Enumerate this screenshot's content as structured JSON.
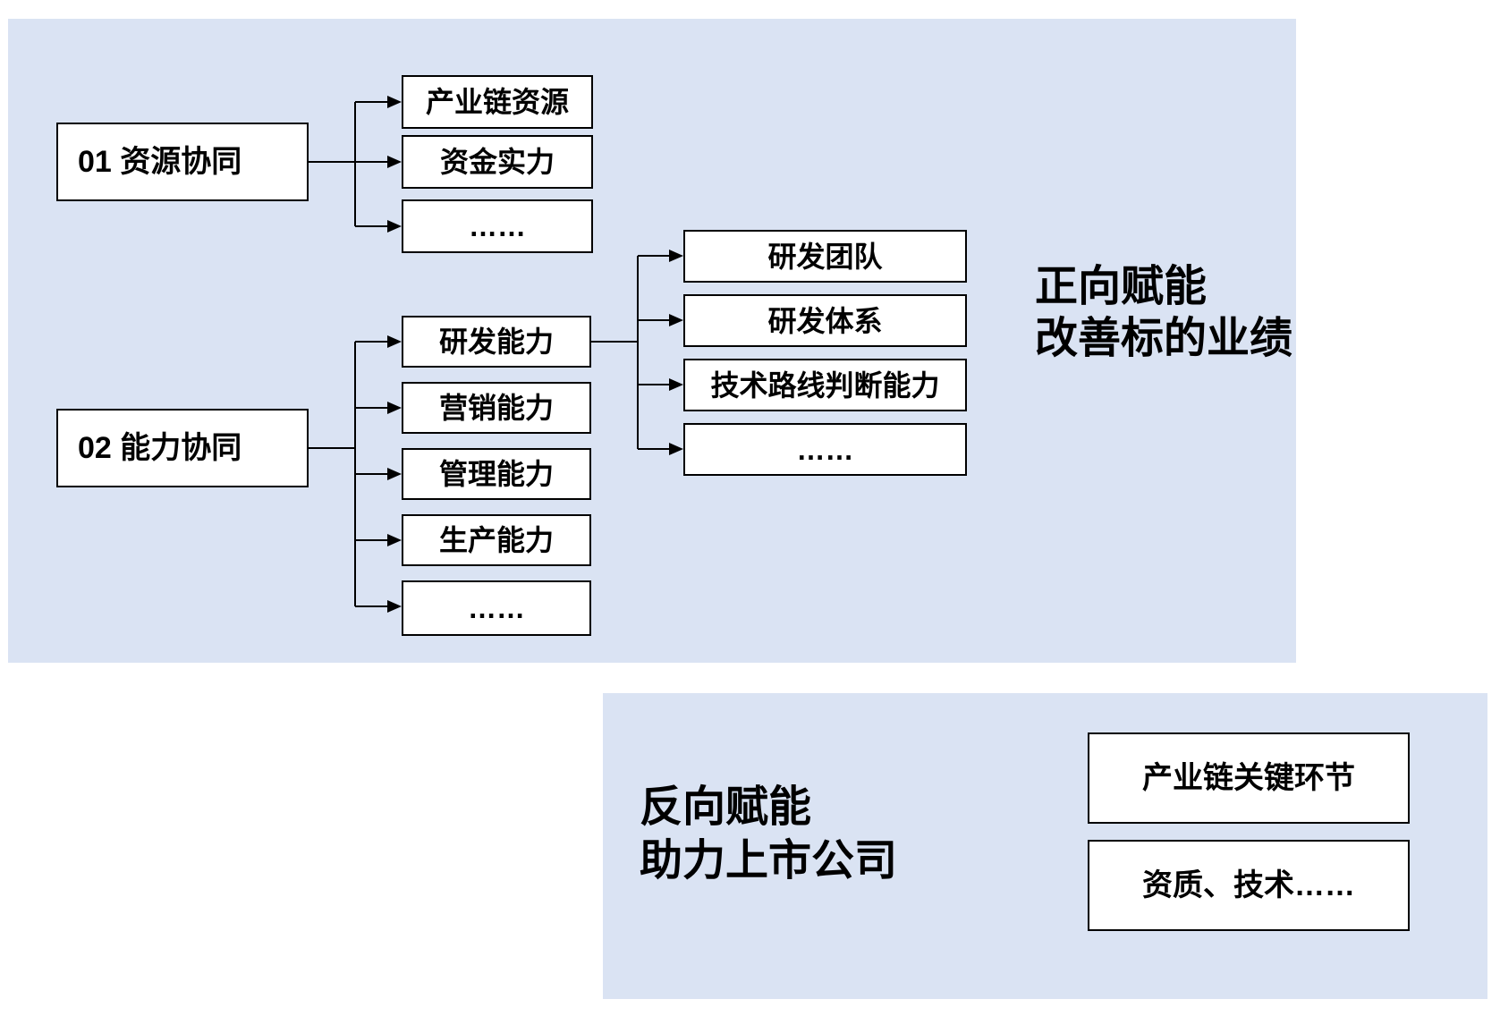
{
  "colors": {
    "panel_bg": "#dae3f3",
    "box_bg": "#ffffff",
    "box_border": "#000000",
    "line": "#000000",
    "text": "#000000"
  },
  "forward": {
    "heading_line1": "正向赋能",
    "heading_line2": "改善标的业绩",
    "node01_label": "01 资源协同",
    "node01_children": [
      "产业链资源",
      "资金实力",
      "……"
    ],
    "node02_label": "02 能力协同",
    "node02_children": [
      "研发能力",
      "营销能力",
      "管理能力",
      "生产能力",
      "……"
    ],
    "rd_children": [
      "研发团队",
      "研发体系",
      "技术路线判断能力",
      "……"
    ]
  },
  "backward": {
    "heading_line1": "反向赋能",
    "heading_line2": "助力上市公司",
    "boxes": [
      "产业链关键环节",
      "资质、技术……"
    ]
  }
}
